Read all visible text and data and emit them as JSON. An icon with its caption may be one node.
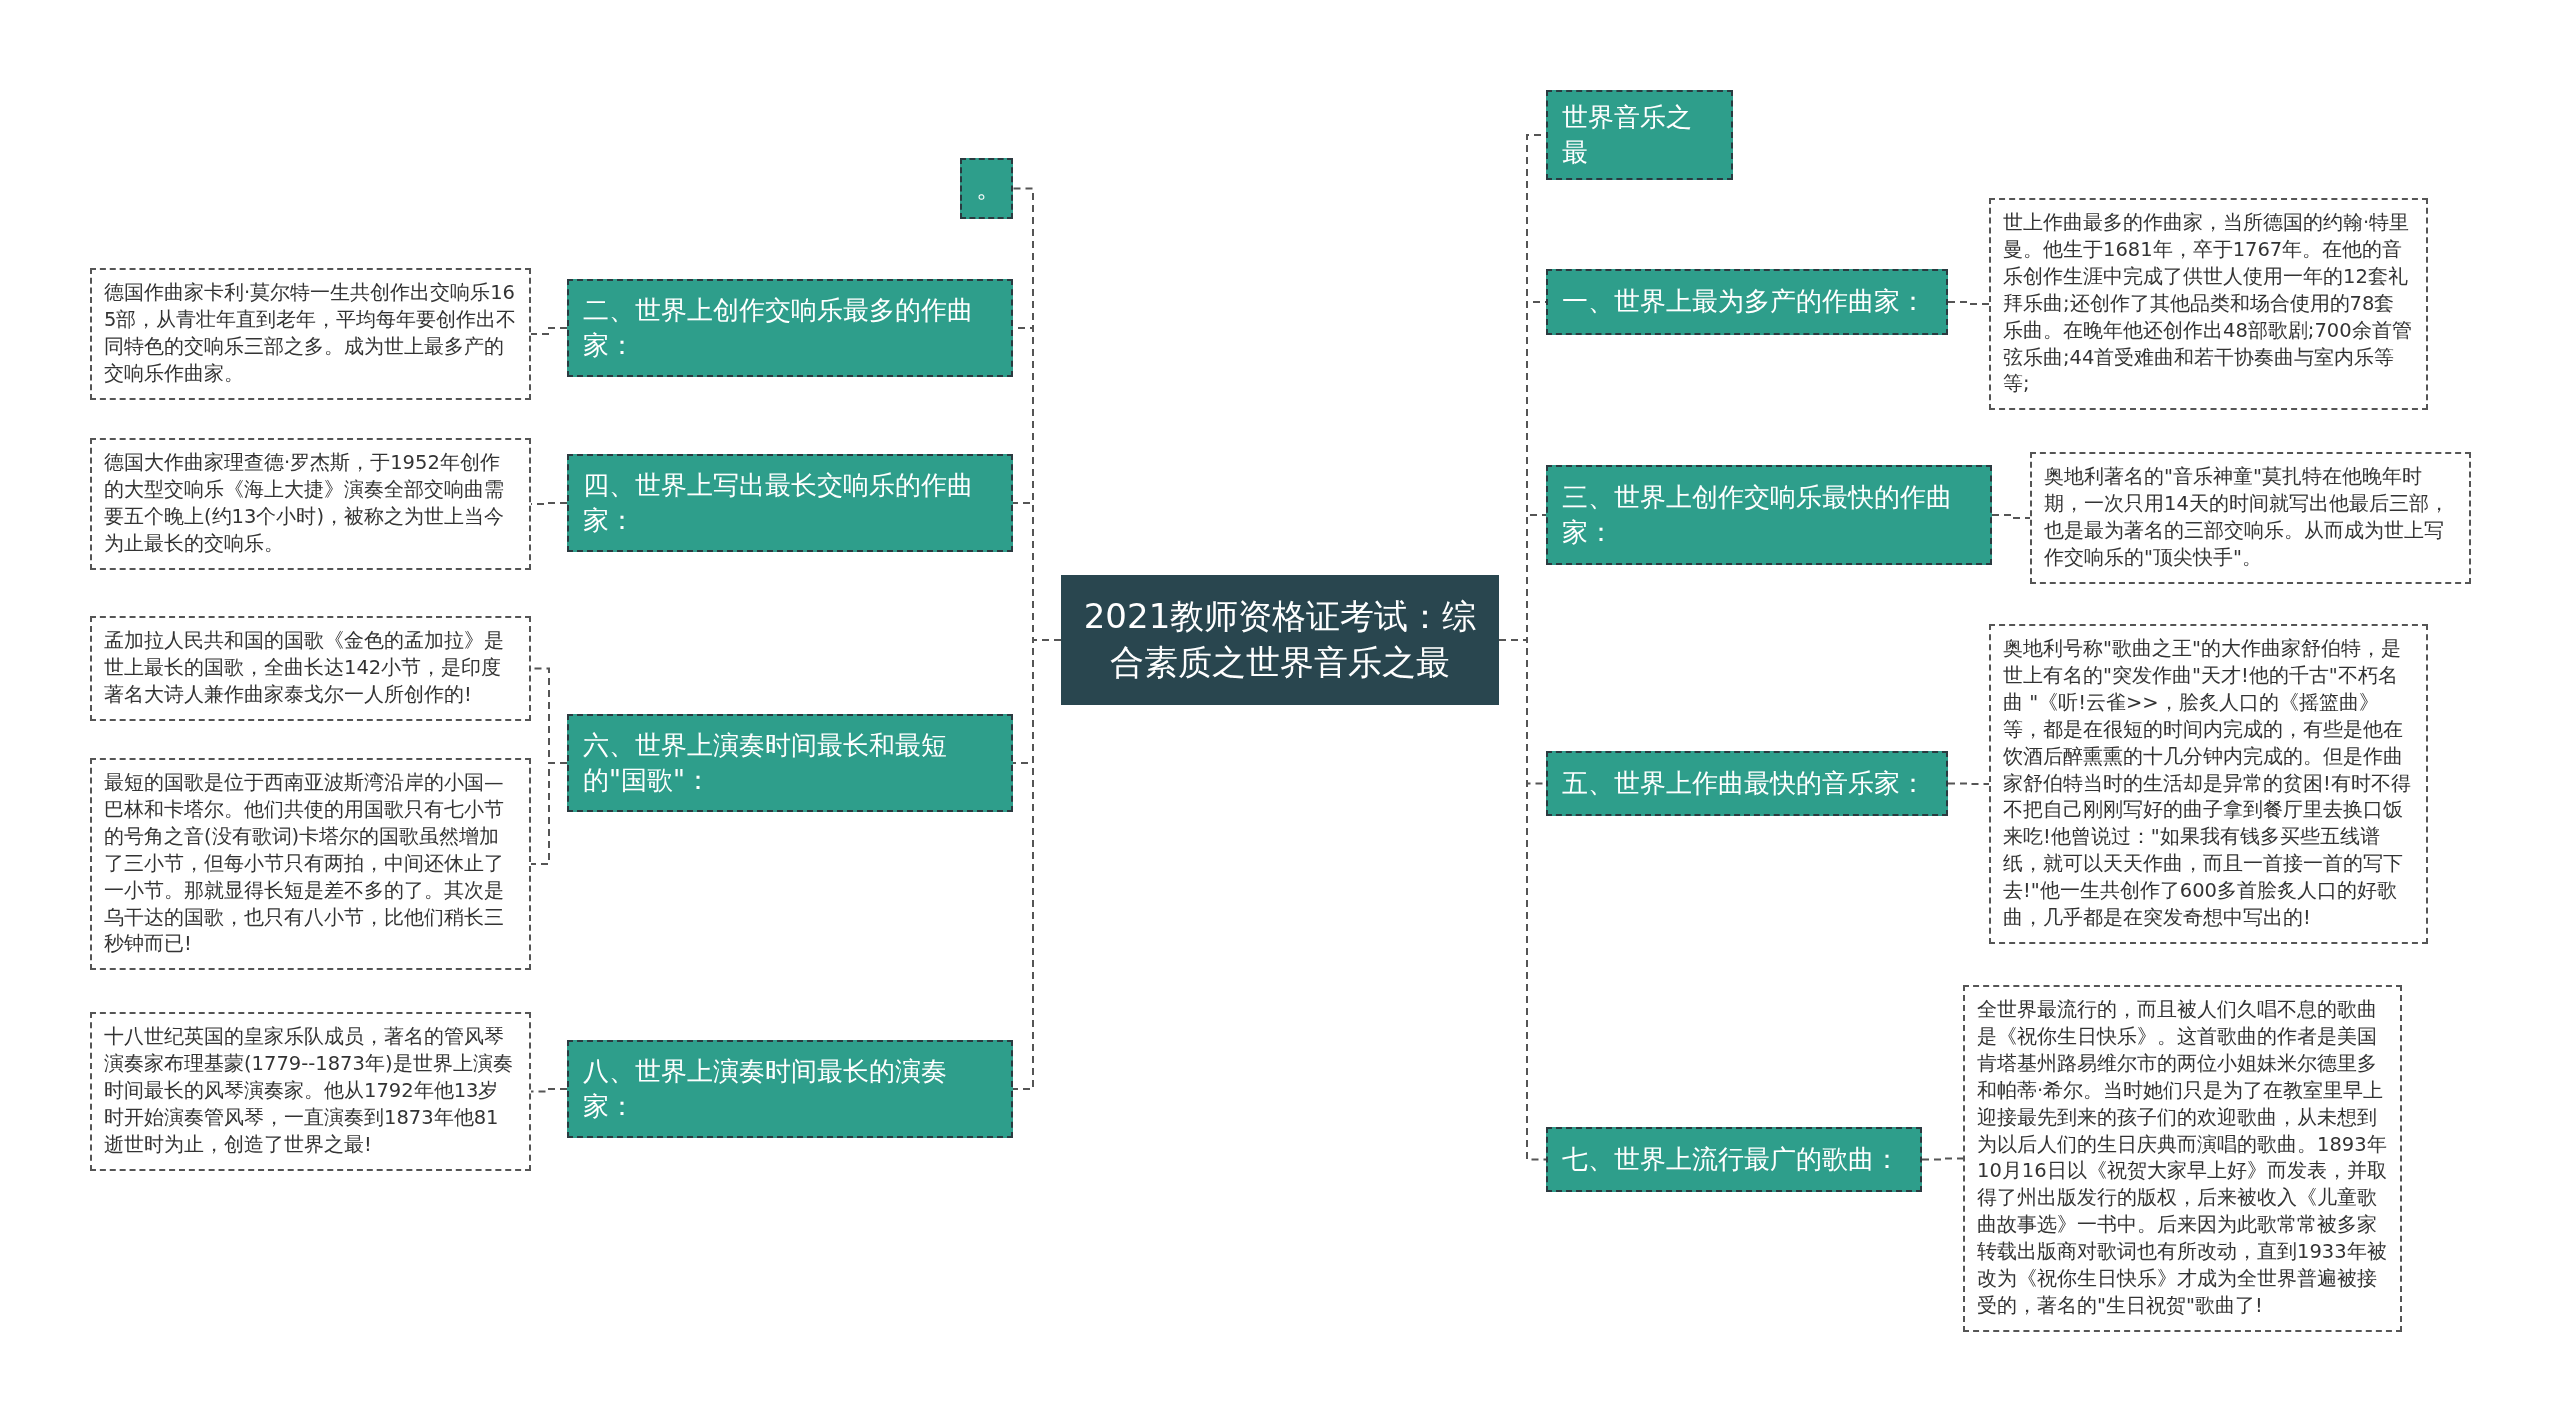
{
  "diagram": {
    "nodes": [
      {
        "text": [
          "2021教师资格证考试：综合素质之世界音乐之最"
        ]
      },
      {
        "text": [
          "。"
        ]
      },
      {
        "text": [
          "二、世界上创作交响乐最多的作曲家："
        ]
      },
      {
        "text": [
          "德国作曲家卡利·莫尔特一生共创作出交响乐165部，从青壮年直到老年，平均每年要创作出不同特色的交响乐三部之多。成为世上最多产的交响乐作曲家。"
        ]
      },
      {
        "text": [
          "四、世界上写出最长交响乐的作曲家："
        ]
      },
      {
        "text": [
          "德国大作曲家理查德·罗杰斯，于1952年创作的大型交响乐《海上大捷》演奏全部交响曲需要五个晚上(约13个小时)，被称之为世上当今为止最长的交响乐。"
        ]
      },
      {
        "text": [
          "六、世界上演奏时间最长和最短的\"国歌\"："
        ]
      },
      {
        "text": [
          "孟加拉人民共和国的国歌《金色的孟加拉》是世上最长的国歌，全曲长达142小节，是印度著名大诗人兼作曲家泰戈尔一人所创作的!"
        ]
      },
      {
        "text": [
          "最短的国歌是位于西南亚波斯湾沿岸的小国—巴林和卡塔尔。他们共使的用国歌只有七小节的号角之音(没有歌词)卡塔尔的国歌虽然增加了三小节，但每小节只有两拍，中间还休止了一小节。那就显得长短是差不多的了。其次是乌干达的国歌，也只有八小节，比他们稍长三秒钟而已!"
        ]
      },
      {
        "text": [
          "八、世界上演奏时间最长的演奏家："
        ]
      },
      {
        "text": [
          "十八世纪英国的皇家乐队成员，著名的管风琴演奏家布理基蒙(1779--1873年)是世界上演奏时间最长的风琴演奏家。他从1792年他13岁时开始演奏管风琴，一直演奏到1873年他81逝世时为止，创造了世界之最!"
        ]
      },
      {
        "text": [
          "世界音乐之最"
        ]
      },
      {
        "text": [
          "一、世界上最为多产的作曲家："
        ]
      },
      {
        "text": [
          "世上作曲最多的作曲家，当所德国的约翰·特里曼。他生于1681年，卒于1767年。在他的音乐创作生涯中完成了供世人使用一年的12套礼拜乐曲;还创作了其他品类和场合使用的78套乐曲。在晚年他还创作出48部歌剧;700余首管弦乐曲;44首受难曲和若干协奏曲与室内乐等等;"
        ]
      },
      {
        "text": [
          "三、世界上创作交响乐最快的作曲家："
        ]
      },
      {
        "text": [
          "奥地利著名的\"音乐神童\"莫扎特在他晚年时期，一次只用14天的时间就写出他最后三部，也是最为著名的三部交响乐。从而成为世上写作交响乐的\"顶尖快手\"。"
        ]
      },
      {
        "text": [
          "五、世界上作曲最快的音乐家："
        ]
      },
      {
        "text": [
          "奥地利号称\"歌曲之王\"的大作曲家舒伯特，是世上有名的\"突发作曲\"天才!他的千古\"不朽名曲 \"《听!云雀>>，脍炙人口的《摇篮曲》等，都是在很短的时间内完成的，有些是他在饮酒后醉熏熏的十几分钟内完成的。但是作曲家舒伯特当时的生活却是异常的贫困!有时不得不把自己刚刚写好的曲子拿到餐厅里去换口饭来吃!他曾说过：\"如果我有钱多买些五线谱纸，就可以天天作曲，而且一首接一首的写下去!\"他一生共创作了600多首脍炙人口的好歌曲，几乎都是在突发奇想中写出的!"
        ]
      },
      {
        "text": [
          "七、世界上流行最广的歌曲："
        ]
      },
      {
        "text": [
          "全世界最流行的，而且被人们久唱不息的歌曲是《祝你生日快乐》。这首歌曲的作者是美国肯塔基州路易维尔市的两位小姐妹米尔德里多和帕蒂·希尔。当时她们只是为了在教室里早上迎接最先到来的孩子们的欢迎歌曲，从未想到为以后人们的生日庆典而演唱的歌曲。1893年10月16日以《祝贺大家早上好》而发表，并取得了州出版发行的版权，后来被收入《儿童歌曲故事选》一书中。后来因为此歌常常被多家转载出版商对歌词也有所改动，直到1933年被改为《祝你生日快乐》才成为全世界普遍被接受的，著名的\"生日祝贺\"歌曲了!"
        ]
      }
    ],
    "edges": [
      {
        "from": 0,
        "to": 1,
        "arrow": "none"
      },
      {
        "from": 0,
        "to": 2,
        "arrow": "none"
      },
      {
        "from": 2,
        "to": 3,
        "arrow": "none"
      },
      {
        "from": 0,
        "to": 4,
        "arrow": "none"
      },
      {
        "from": 4,
        "to": 5,
        "arrow": "none"
      },
      {
        "from": 0,
        "to": 6,
        "arrow": "none"
      },
      {
        "from": 6,
        "to": 7,
        "arrow": "none"
      },
      {
        "from": 6,
        "to": 8,
        "arrow": "none"
      },
      {
        "from": 0,
        "to": 9,
        "arrow": "none"
      },
      {
        "from": 9,
        "to": 10,
        "arrow": "none"
      },
      {
        "from": 0,
        "to": 11,
        "arrow": "none"
      },
      {
        "from": 0,
        "to": 12,
        "arrow": "none"
      },
      {
        "from": 12,
        "to": 13,
        "arrow": "none"
      },
      {
        "from": 0,
        "to": 14,
        "arrow": "none"
      },
      {
        "from": 14,
        "to": 15,
        "arrow": "none"
      },
      {
        "from": 0,
        "to": 16,
        "arrow": "none"
      },
      {
        "from": 16,
        "to": 17,
        "arrow": "none"
      },
      {
        "from": 0,
        "to": 18,
        "arrow": "none"
      },
      {
        "from": 18,
        "to": 19,
        "arrow": "none"
      }
    ]
  }
}
